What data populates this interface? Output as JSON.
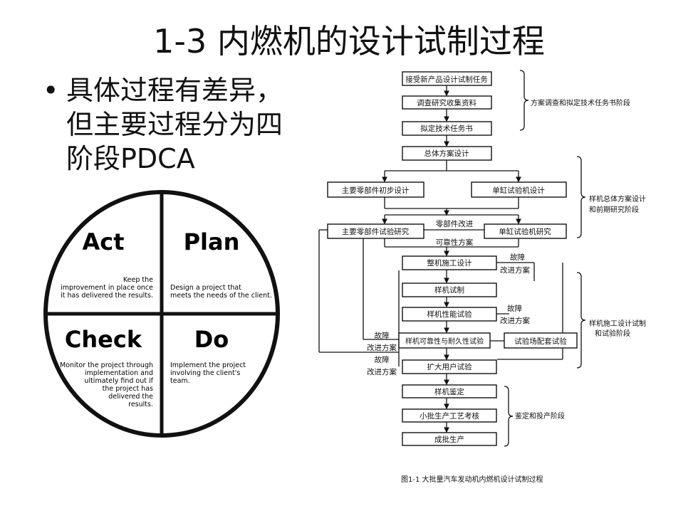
{
  "slide": {
    "title": "1-3 内燃机的设计试制过程",
    "bullet_lines": [
      "具体过程有差异，",
      "但主要过程分为四",
      "阶段PDCA"
    ]
  },
  "pdca": {
    "act": {
      "title": "Act",
      "desc": [
        "Keep the",
        "improvement in place once",
        "it has delivered the results."
      ]
    },
    "plan": {
      "title": "Plan",
      "desc": [
        "Design a project that",
        "meets the needs of the client."
      ]
    },
    "check": {
      "title": "Check",
      "desc": [
        "Monitor the project through",
        "implementation and",
        "ultimately find out if",
        "the project has",
        "delivered the",
        "results."
      ]
    },
    "do": {
      "title": "Do",
      "desc": [
        "Implement the project",
        "involving the client's",
        "team."
      ]
    }
  },
  "flowchart": {
    "boxes": {
      "b1": "接受新产品设计试制任务",
      "b2": "调查研究收集资料",
      "b3": "拟定技术任务书",
      "b4": "总体方案设计",
      "b5": "主要零部件初步设计",
      "b6": "单缸试验机设计",
      "b7": "主要零部件试验研究",
      "b8": "单缸试验机研究",
      "b9": "整机施工设计",
      "b10": "样机试制",
      "b11": "样机性能试验",
      "b12": "样机可靠性与耐久性试验",
      "b13": "试验场配套试验",
      "b14": "扩大用户试验",
      "b15": "样机鉴定",
      "b16": "小批生产工艺考核",
      "b17": "成批生产"
    },
    "labels": {
      "part_improve": "零部件改进",
      "reliability": "可靠性方案",
      "fault1": "故障",
      "improve1": "改进方案",
      "fault2": "故障",
      "improve2": "改进方案",
      "fault3": "故障",
      "improve3": "改进方案",
      "fault4": "故障",
      "improve4": "改进方案"
    },
    "stages": {
      "stage1": "方案调查和拟定技术任务书阶段",
      "stage2_line1": "样机总体方案设计",
      "stage2_line2": "和前期研究阶段",
      "stage3_line1": "样机施工设计试制",
      "stage3_line2": "和试验阶段",
      "stage4": "鉴定和投产阶段"
    },
    "caption": "图1-1  大批量汽车发动机内燃机设计试制过程"
  }
}
